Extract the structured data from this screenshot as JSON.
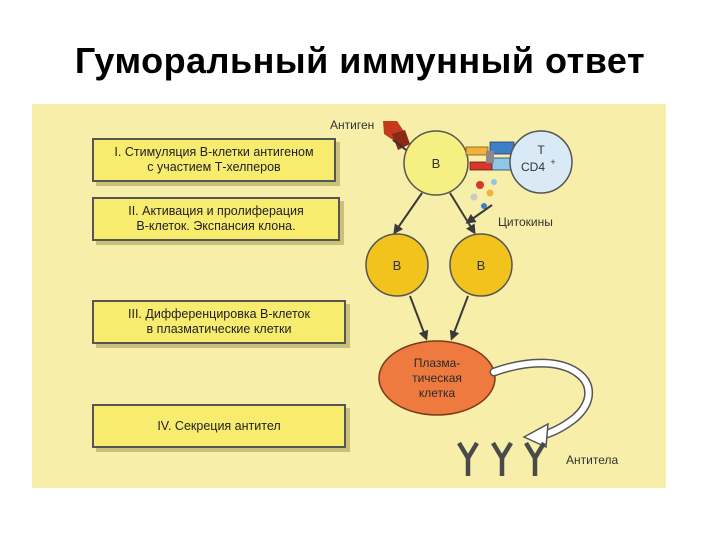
{
  "title": "Гуморальный иммунный ответ",
  "stages": [
    {
      "line1": "I. Стимуляция В-клетки антигеном",
      "line2": "с участием Т-хелперов"
    },
    {
      "line1": "II. Активация и пролиферация",
      "line2": "В-клеток. Экспансия клона."
    },
    {
      "line1": "III. Дифференцировка В-клеток",
      "line2": "в плазматические клетки"
    },
    {
      "line1": "IV. Секреция антител",
      "line2": ""
    }
  ],
  "labels": {
    "antigen": "Антиген",
    "b_cell": "В",
    "t_cell_line1": "Т",
    "t_cell_line2": "CD4",
    "t_cell_sup": "+",
    "cytokines": "Цитокины",
    "b_left": "В",
    "b_right": "В",
    "plasma_line1": "Плазма-",
    "plasma_line2": "тическая",
    "plasma_line3": "клетка",
    "antibodies": "Антитела"
  },
  "colors": {
    "panel": "#f7eeaa",
    "stage_box": "#f8ec6e",
    "b_cell_top": "#f6ef82",
    "b_cell_clone": "#f2c21d",
    "t_cell": "#d9eaf6",
    "plasma_cell": "#ef7a3f",
    "antibody": "#4a4a4a",
    "antigen": "#c43b1c"
  }
}
